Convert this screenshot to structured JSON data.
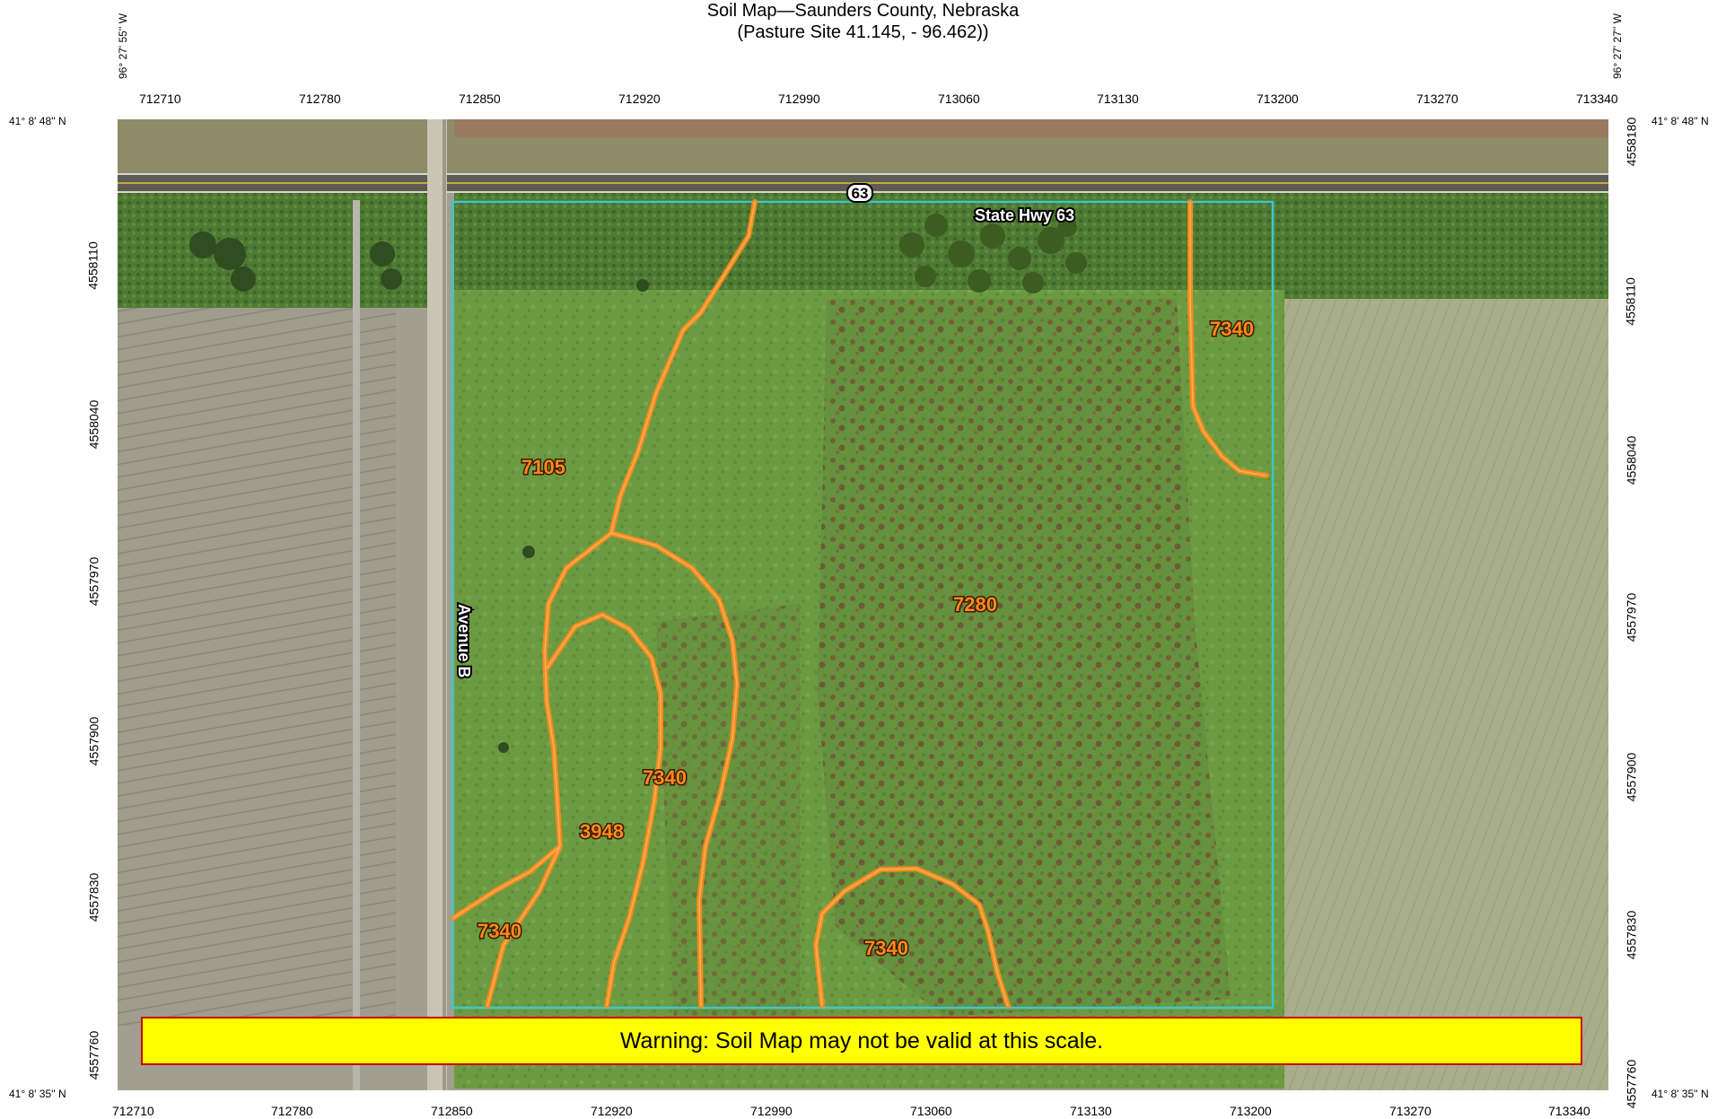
{
  "title_line1": "Soil Map—Saunders County, Nebraska",
  "title_line2": "(Pasture Site 41.145, - 96.462))",
  "lon_left": "96° 27' 55'' W",
  "lon_right": "96° 27' 27'' W",
  "lat_top_left": "41° 8' 48'' N",
  "lat_top_right": "41° 8' 48'' N",
  "lat_bottom_left": "41° 8' 35'' N",
  "lat_bottom_right": "41° 8' 35'' N",
  "top_eastings": [
    "712710",
    "712780",
    "712850",
    "712920",
    "712990",
    "713060",
    "713130",
    "713200",
    "713270",
    "713340"
  ],
  "bottom_eastings": [
    "712710",
    "712780",
    "712850",
    "712920",
    "712990",
    "713060",
    "713130",
    "713200",
    "713270",
    "713340"
  ],
  "left_northings": [
    "4558110",
    "4558040",
    "4557970",
    "4557900",
    "4557830",
    "4557760"
  ],
  "right_northings": [
    "4558180",
    "4558110",
    "4558040",
    "4557970",
    "4557900",
    "4557830",
    "4557760"
  ],
  "map_units": {
    "u7105": "7105",
    "u7280": "7280",
    "u7340_ne": "7340",
    "u7340_mid": "7340",
    "u3948": "3948",
    "u7340_sw": "7340",
    "u7340_s": "7340"
  },
  "roads": {
    "hwy_shield": "63",
    "hwy_name": "State Hwy 63",
    "avenue": "Avenue B"
  },
  "warning": "Warning: Soil Map may not be valid at this scale.",
  "colors": {
    "soil_line": "#ff8c1a",
    "aoi_boundary": "#3cc6c8",
    "warning_bg": "#ffff00",
    "warning_border": "#cc0000"
  }
}
